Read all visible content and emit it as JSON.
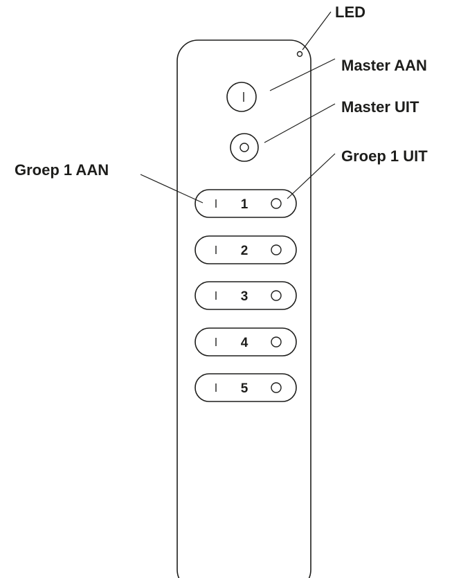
{
  "labels": {
    "led": "LED",
    "master_on": "Master AAN",
    "master_off": "Master UIT",
    "group_on": "Groep 1 AAN",
    "group_off": "Groep 1 UIT"
  },
  "groups": [
    {
      "number": "1"
    },
    {
      "number": "2"
    },
    {
      "number": "3"
    },
    {
      "number": "4"
    },
    {
      "number": "5"
    }
  ],
  "colors": {
    "stroke": "#1d1d1b",
    "background": "#ffffff"
  },
  "icons": {
    "on_symbol": "power-on-line-icon",
    "off_symbol": "power-off-circle-icon"
  }
}
